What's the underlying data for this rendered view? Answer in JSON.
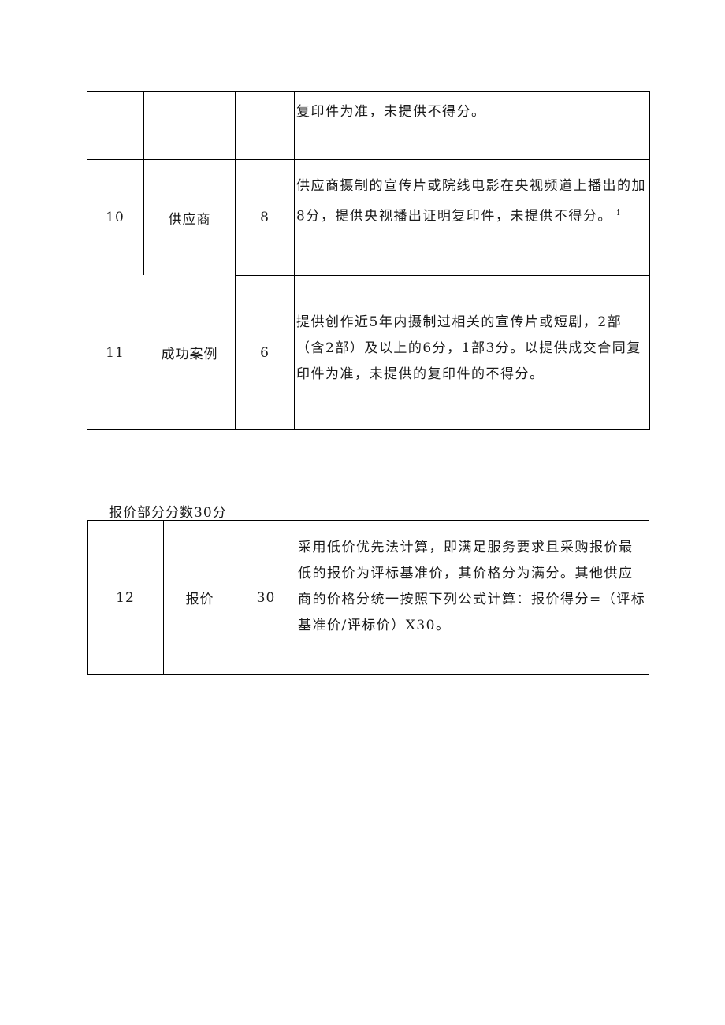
{
  "table1": {
    "rows": [
      {
        "id": "row-continuation",
        "number": "",
        "item": "",
        "score": "",
        "criteria": "复印件为准，未提供不得分。"
      },
      {
        "id": "row-10",
        "number": "10",
        "item": "供应商",
        "score": "8",
        "criteria": "供应商摄制的宣传片或院线电影在央视频道上播出的加8分，提供央视播出证明复印件，未提供不得分。",
        "note": "i"
      },
      {
        "id": "row-11",
        "number": "11",
        "item": "成功案例",
        "score": "6",
        "criteria": "提供创作近5年内摄制过相关的宣传片或短剧，2部（含2部）及以上的6分，1部3分。以提供成交合同复印件为准，未提供的复印件的不得分。"
      }
    ]
  },
  "price_section": {
    "title": "报价部分分数30分"
  },
  "table2": {
    "rows": [
      {
        "id": "row-12",
        "number": "12",
        "item": "报价",
        "score": "30",
        "criteria": "采用低价优先法计算，即满足服务要求且采购报价最低的报价为评标基准价，其价格分为满分。其他供应商的价格分统一按照下列公式计算：报价得分=（评标基准价/评标价）X30。"
      }
    ]
  }
}
